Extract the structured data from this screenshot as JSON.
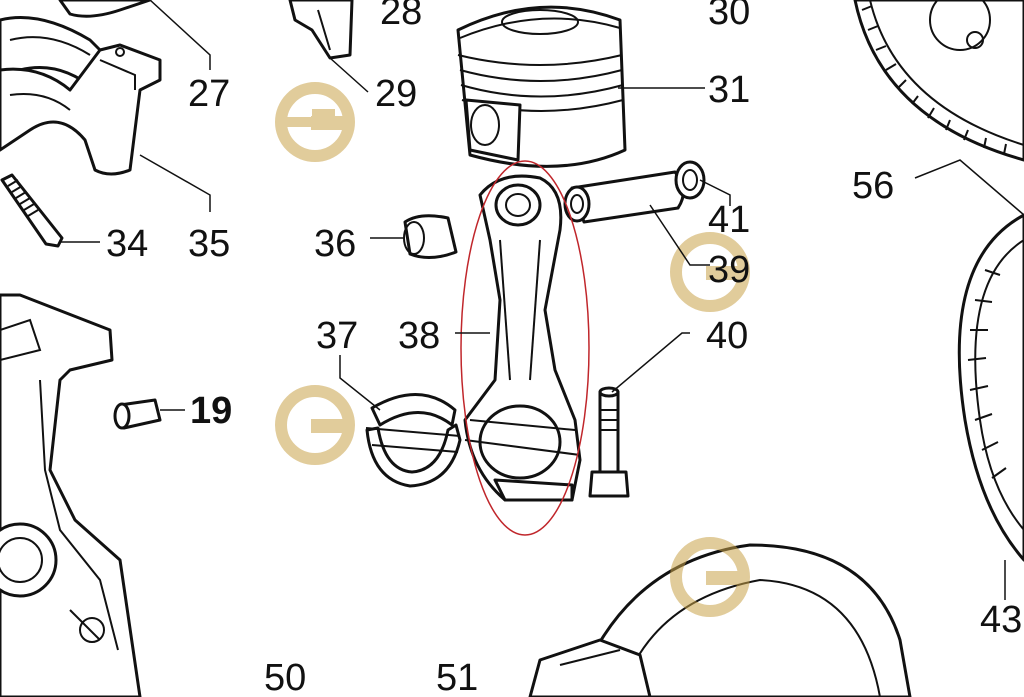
{
  "diagram": {
    "labels": {
      "l19": "19",
      "l27": "27",
      "l28": "28",
      "l29": "29",
      "l30": "30",
      "l31": "31",
      "l34": "34",
      "l35": "35",
      "l36": "36",
      "l37": "37",
      "l38": "38",
      "l39": "39",
      "l40": "40",
      "l41": "41",
      "l43": "43",
      "l50": "50",
      "l51": "51",
      "l56": "56"
    },
    "highlighted_part": "38",
    "highlight_color": "#c0262b",
    "watermark_letter": "G",
    "watermark_color": "#c9a24a"
  }
}
